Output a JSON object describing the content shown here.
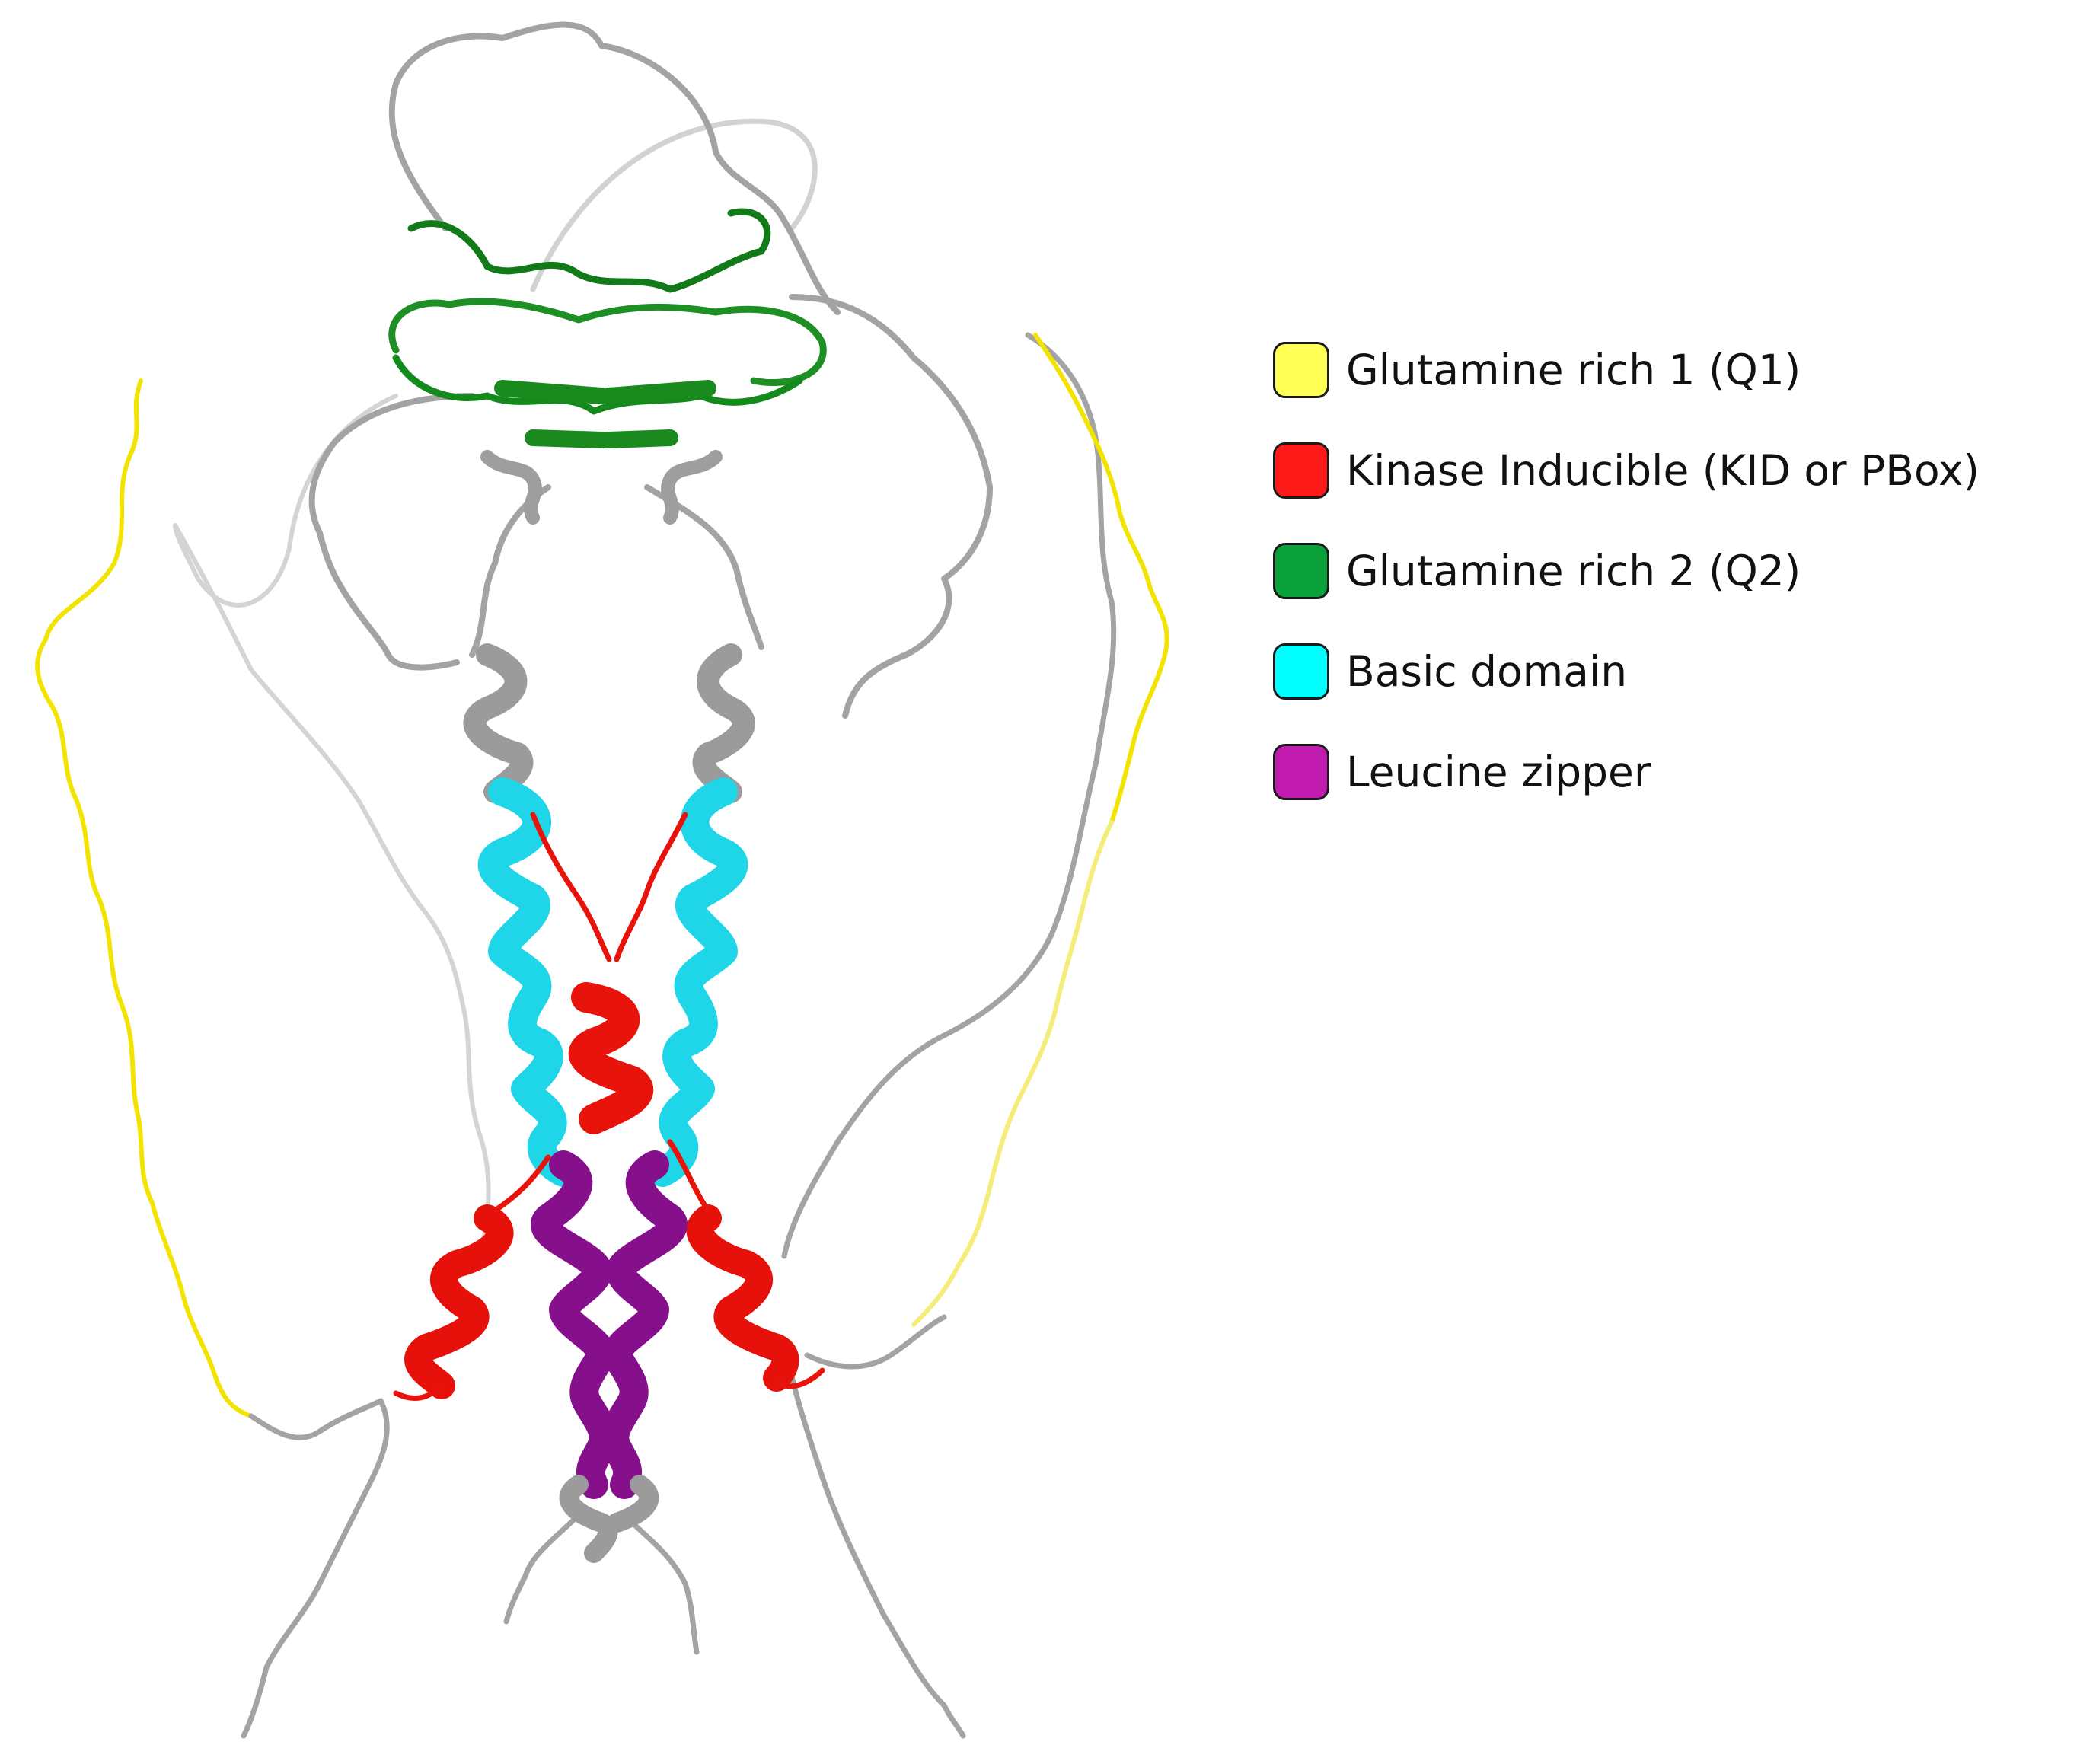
{
  "legend": {
    "items": [
      {
        "label": "Glutamine rich 1 (Q1)",
        "color": "#ffff55"
      },
      {
        "label": "Kinase Inducible (KID or PBox)",
        "color": "#ff1a1a"
      },
      {
        "label": "Glutamine rich 2 (Q2)",
        "color": "#0aa03a"
      },
      {
        "label": "Basic domain",
        "color": "#00ffff"
      },
      {
        "label": "Leucine zipper",
        "color": "#c21bb0"
      }
    ]
  },
  "colors": {
    "coil": "#a8a8a8",
    "coil_light": "#cfcfcf",
    "q1": "#f2e600",
    "q1_light": "#f7ef6e",
    "kid": "#e8140c",
    "q2": "#158a1c",
    "basic": "#1ed6e8",
    "zipper": "#8a1490"
  }
}
